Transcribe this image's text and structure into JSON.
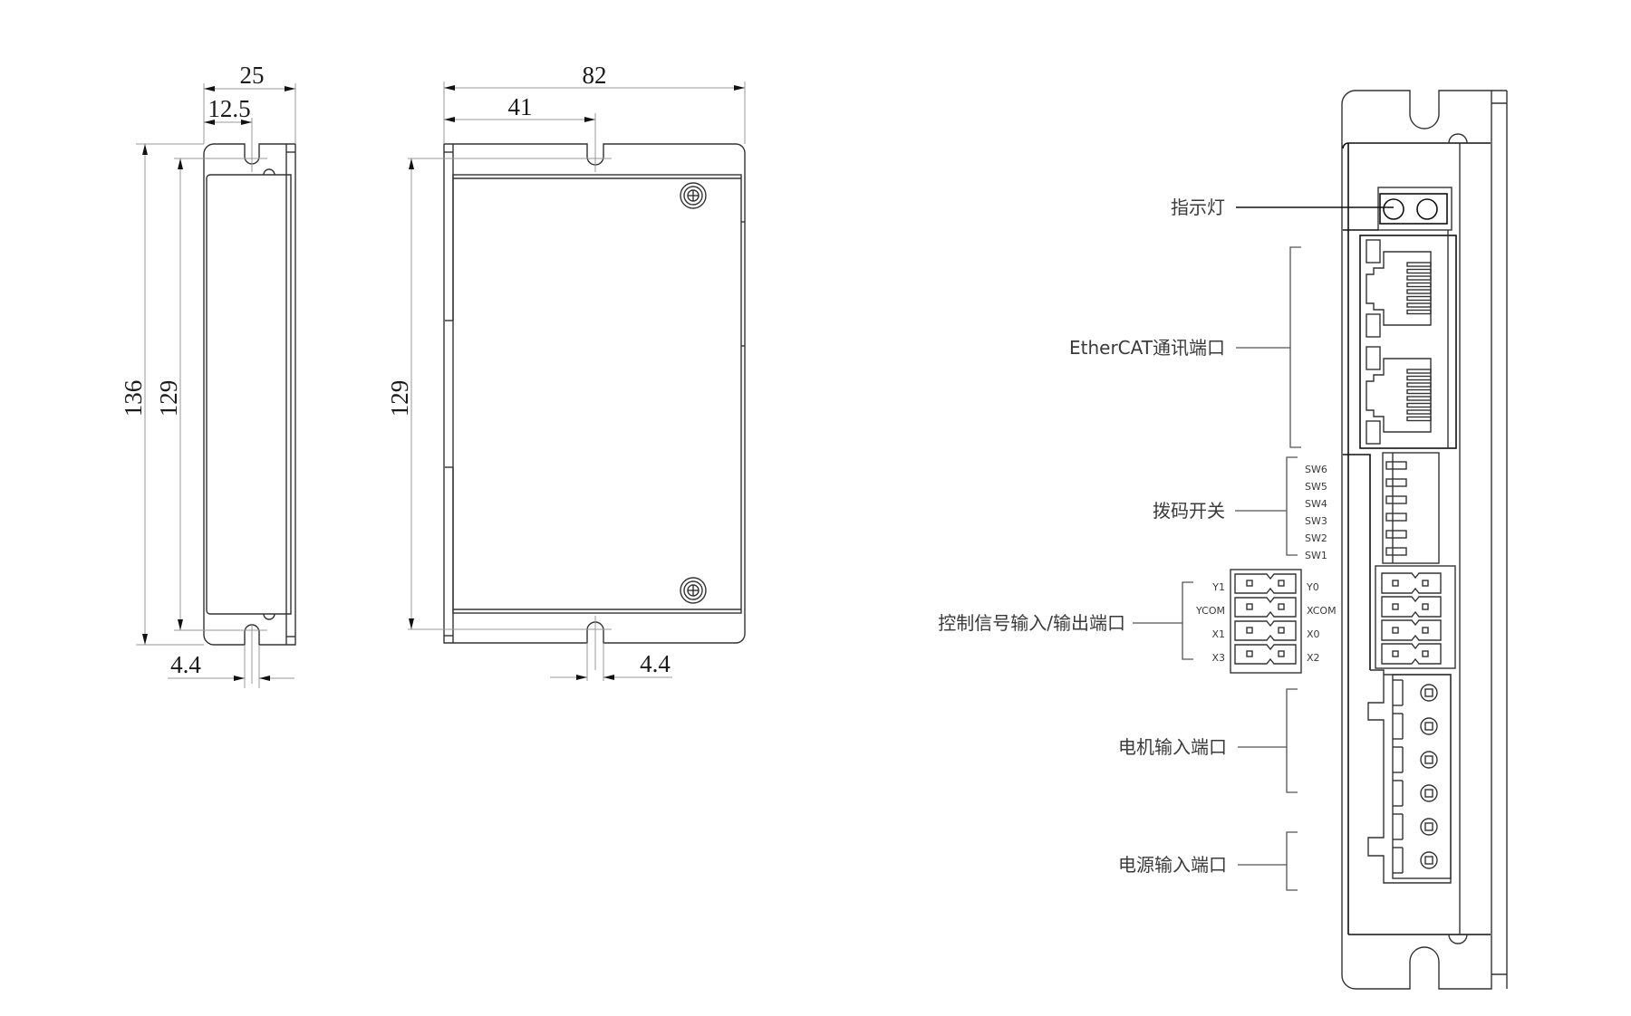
{
  "drawing": {
    "side_view": {
      "width_total": "25",
      "width_half": "12.5",
      "height_outer": "136",
      "height_inner": "129",
      "slot_width": "4.4"
    },
    "front_view": {
      "depth_total": "82",
      "depth_half": "41",
      "height_inner": "129",
      "slot_width": "4.4"
    },
    "port_view": {
      "callouts": {
        "indicator": "指示灯",
        "ethercat": "EtherCAT通讯端口",
        "dip_switch": "拨码开关",
        "control_io": "控制信号输入/输出端口",
        "motor_input": "电机输入端口",
        "power_input": "电源输入端口"
      },
      "dip_labels": [
        "SW6",
        "SW5",
        "SW4",
        "SW3",
        "SW2",
        "SW1"
      ],
      "io_left_labels": [
        "Y1",
        "YCOM",
        "X1",
        "X3"
      ],
      "io_right_labels": [
        "Y0",
        "XCOM",
        "X0",
        "X2"
      ]
    }
  }
}
